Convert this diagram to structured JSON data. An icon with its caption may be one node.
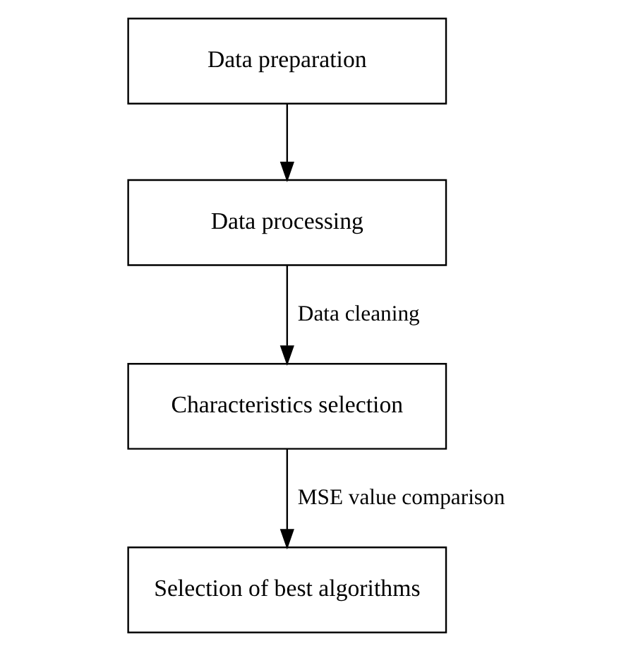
{
  "diagram": {
    "nodes": [
      {
        "text": [
          "Data preparation"
        ]
      },
      {
        "text": [
          "Data processing"
        ]
      },
      {
        "text": [
          "Characteristics selection"
        ]
      },
      {
        "text": [
          "Selection of best algorithms"
        ]
      }
    ],
    "edges": [
      {
        "from": 0,
        "to": 1,
        "arrow": "to"
      },
      {
        "from": 1,
        "to": 2,
        "arrow": "to",
        "label": "Data cleaning"
      },
      {
        "from": 2,
        "to": 3,
        "arrow": "to",
        "label": "MSE value comparison"
      }
    ]
  }
}
